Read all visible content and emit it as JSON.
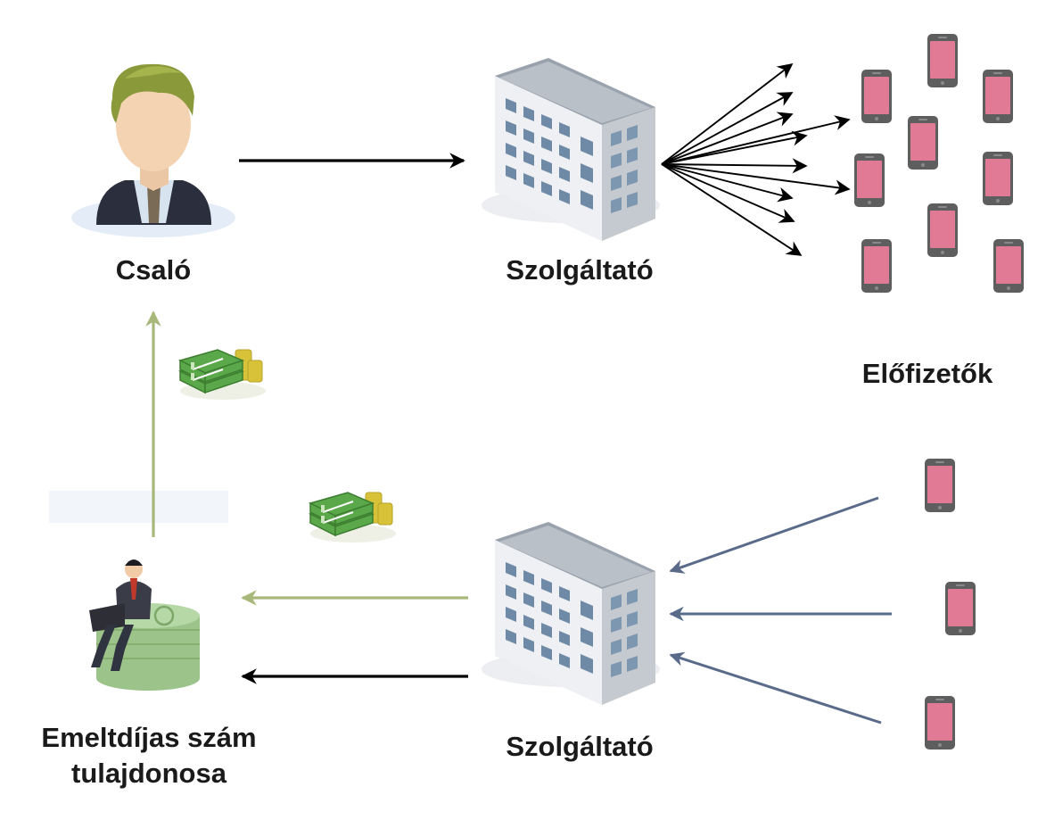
{
  "labels": {
    "scammer": "Csaló",
    "provider_top": "Szolgáltató",
    "provider_bottom": "Szolgáltató",
    "subscribers": "Előfizetők",
    "premium_owner_line1": "Emeltdíjas szám",
    "premium_owner_line2": "tulajdonosa"
  },
  "colors": {
    "black_arrow": "#000000",
    "green_arrow": "#a8b87a",
    "blue_arrow": "#5a6b8a",
    "phone_screen": "#e07a95",
    "phone_body": "#5e5e5e",
    "money_green": "#5aa84a",
    "coin_gold": "#d8c23a",
    "building_wall": "#e6e9ec",
    "building_window": "#6f8aa6"
  },
  "icons": {
    "scammer": "man-avatar-icon",
    "provider": "office-building-icon",
    "subscriber": "smartphone-icon",
    "money": "money-stack-icon",
    "premium_owner": "businessman-on-coins-icon"
  }
}
